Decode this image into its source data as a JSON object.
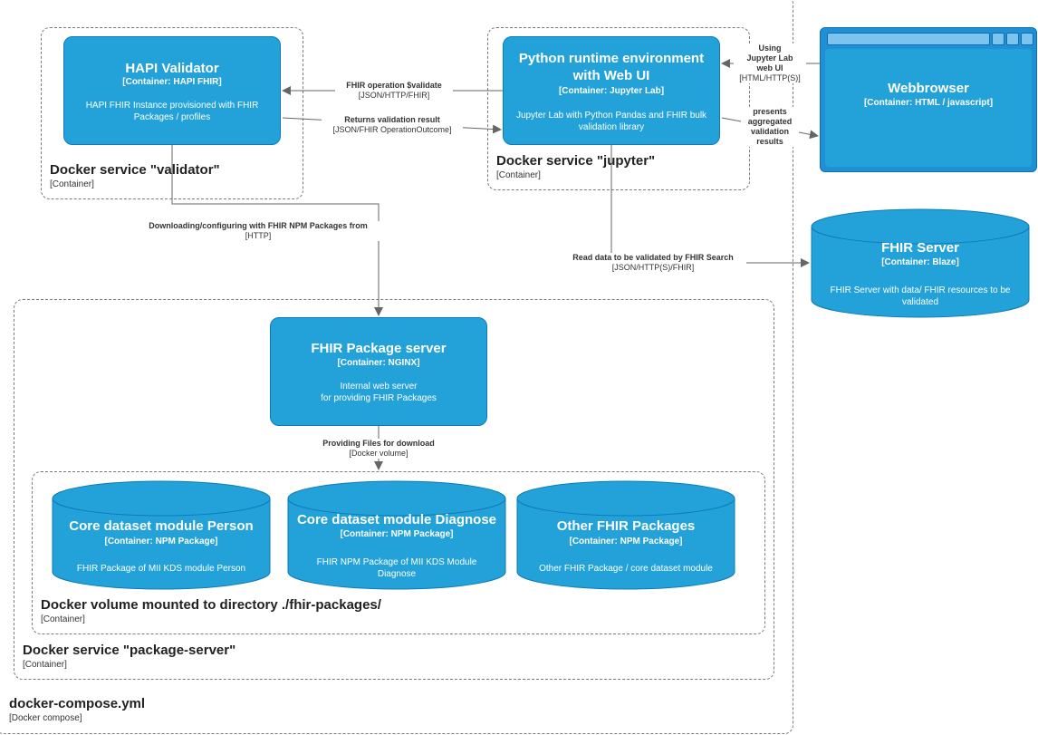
{
  "compose": {
    "title": "docker-compose.yml",
    "sub": "[Docker compose]"
  },
  "validator_service": {
    "title": "Docker service \"validator\"",
    "sub": "[Container]"
  },
  "jupyter_service": {
    "title": "Docker service \"jupyter\"",
    "sub": "[Container]"
  },
  "package_service": {
    "title": "Docker service \"package-server\"",
    "sub": "[Container]"
  },
  "volume": {
    "title": "Docker volume mounted to directory ./fhir-packages/",
    "sub": "[Container]"
  },
  "hapi": {
    "title": "HAPI Validator",
    "container": "[Container: HAPI FHIR]",
    "desc": "HAPI FHIR Instance provisioned with FHIR Packages / profiles"
  },
  "python": {
    "title": "Python runtime environment with Web UI",
    "container": "[Container: Jupyter Lab]",
    "desc": "Jupyter Lab with Python Pandas and FHIR bulk validation library"
  },
  "browser": {
    "title": "Webbrowser",
    "container": "[Container: HTML / javascript]"
  },
  "fhir_server": {
    "title": "FHIR Server",
    "container": "[Container: Blaze]",
    "desc": "FHIR Server with data/ FHIR resources to be validated"
  },
  "package_server": {
    "title": "FHIR Package server",
    "container": "[Container: NGINX]",
    "desc": "Internal web server\nfor providing FHIR Packages"
  },
  "pkg_person": {
    "title": "Core dataset module Person",
    "container": "[Container: NPM Package]",
    "desc": "FHIR Package of MII KDS module Person"
  },
  "pkg_diagnose": {
    "title": "Core dataset module Diagnose",
    "container": "[Container: NPM Package]",
    "desc": "FHIR NPM Package of MII KDS Module Diagnose"
  },
  "pkg_other": {
    "title": "Other FHIR Packages",
    "container": "[Container: NPM Package]",
    "desc": "Other FHIR Package / core dataset module"
  },
  "relations": {
    "validate": {
      "label": "FHIR operation $validate",
      "tech": "[JSON/HTTP/FHIR]"
    },
    "result": {
      "label": "Returns validation result",
      "tech": "[JSON/FHIR OperationOutcome]"
    },
    "using": {
      "label": "Using\nJupyter Lab\nweb UI",
      "tech": "[HTML/HTTP(S)]"
    },
    "presents": {
      "label": "presents\naggregated\nvalidation\nresults",
      "tech": ""
    },
    "download": {
      "label": "Downloading/configuring with FHIR NPM Packages from",
      "tech": "[HTTP]"
    },
    "read": {
      "label": "Read data to be validated by FHIR Search",
      "tech": "[JSON/HTTP(S)/FHIR]"
    },
    "providing": {
      "label": "Providing Files for download",
      "tech": "[Docker volume]"
    }
  },
  "colors": {
    "element": "#23a2d9",
    "element_border": "#0e7ab8",
    "browser": "#1f8fd6",
    "arrow": "#666666"
  }
}
